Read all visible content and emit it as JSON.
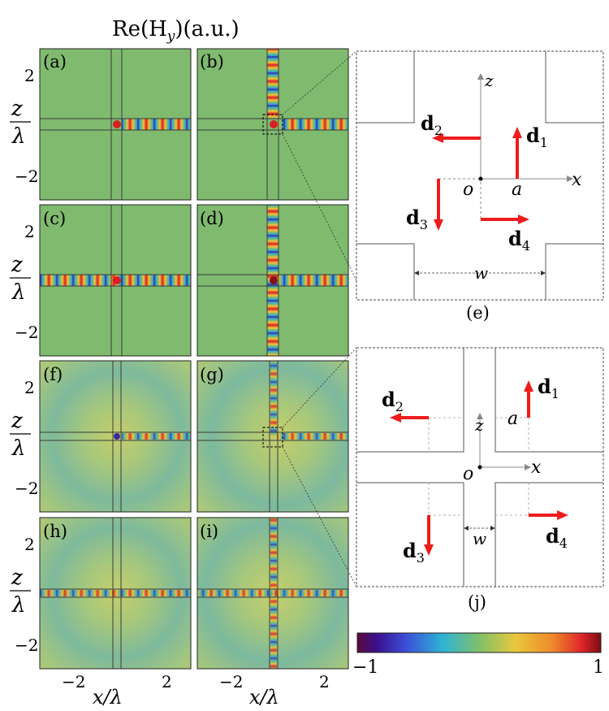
{
  "title": "Re(H",
  "title_sub": "y",
  "title_tail": ")(a.u.)",
  "ylabel_top": "z",
  "ylabel_bottom": "λ",
  "xlabel": "x/λ",
  "yticks": [
    "2",
    "−2"
  ],
  "xticks": [
    "−2",
    "2"
  ],
  "panels": [
    "(a)",
    "(b)",
    "(c)",
    "(d)",
    "(f)",
    "(g)",
    "(h)",
    "(i)"
  ],
  "schematic_e": {
    "label": "(e)",
    "axis_z": "z",
    "axis_x": "x",
    "origin": "o",
    "offset": "a",
    "width": "w",
    "d1": "d",
    "d1_sub": "1",
    "d2": "d",
    "d2_sub": "2",
    "d3": "d",
    "d3_sub": "3",
    "d4": "d",
    "d4_sub": "4"
  },
  "schematic_j": {
    "label": "(j)",
    "axis_z": "z",
    "axis_x": "x",
    "origin": "o",
    "offset": "a",
    "width": "w",
    "d1": "d",
    "d1_sub": "1",
    "d2": "d",
    "d2_sub": "2",
    "d3": "d",
    "d3_sub": "3",
    "d4": "d",
    "d4_sub": "4"
  },
  "colorbar": {
    "min_label": "−1",
    "max_label": "1",
    "min": -1,
    "max": 1
  },
  "colors": {
    "field_bg": "#7fba6f",
    "arrow": "#ee1c1c",
    "scattered_bg": "#a9c67a"
  }
}
